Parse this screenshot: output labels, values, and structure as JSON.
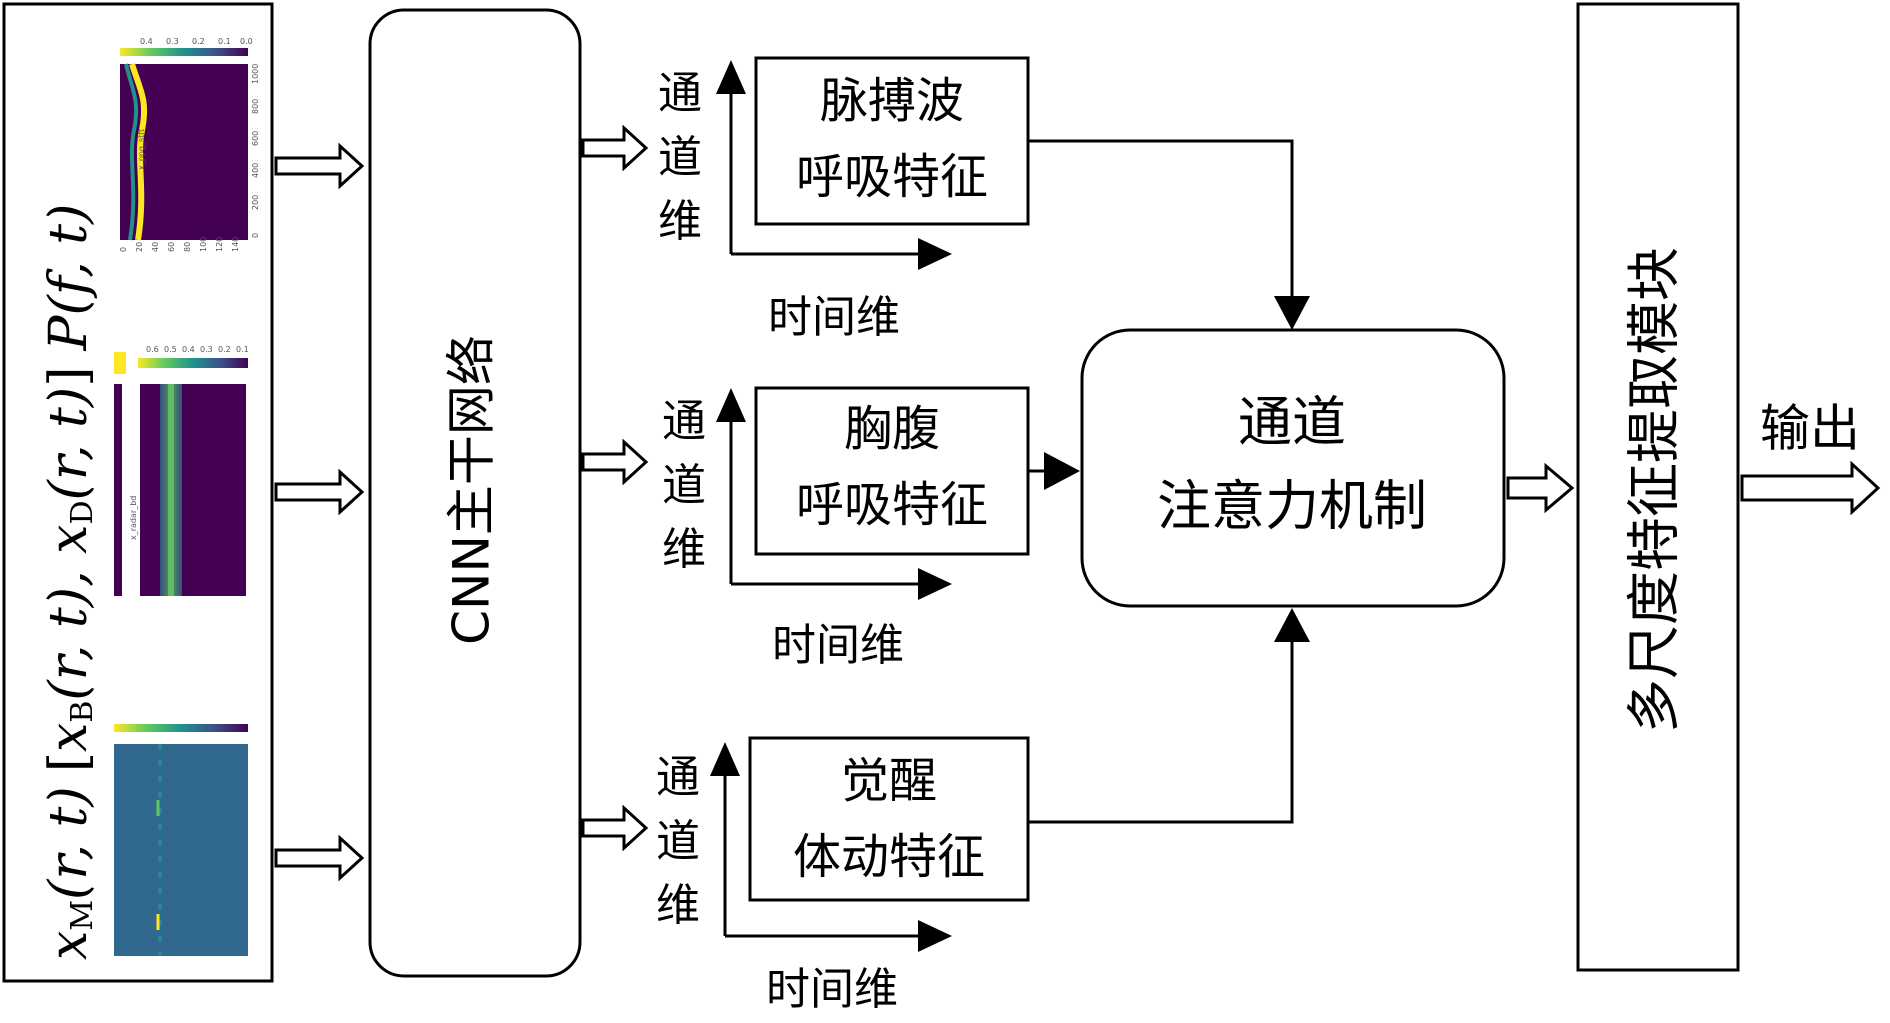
{
  "inputs": {
    "rotated_caption_parts": {
      "m_signal": "x",
      "m_sub": "M",
      "m_args": "(r, t)",
      "bracket_open": "[",
      "b_signal": "x",
      "b_sub": "B",
      "b_args": "(r, t), ",
      "d_signal": "x",
      "d_sub": "D",
      "d_args": "(r, t)",
      "bracket_close": "]",
      "p_signal": "P",
      "p_args": "(f, t)"
    },
    "plot_top": {
      "colorbar_ticks": [
        "0.4",
        "0.3",
        "0.2",
        "0.1",
        "0.0"
      ],
      "axis_label": "x_ppg_stft",
      "x_ticks": [
        "0",
        "20",
        "40",
        "60",
        "80",
        "100",
        "120",
        "140"
      ],
      "y_ticks": [
        "0",
        "200",
        "400",
        "600",
        "800",
        "1000"
      ]
    },
    "plot_mid": {
      "colorbar_ticks": [
        "0.6",
        "0.5",
        "0.4",
        "0.3",
        "0.2",
        "0.1"
      ],
      "axis_label": "x_radar_bd"
    }
  },
  "backbone": {
    "label": "CNN主干网络"
  },
  "branches": [
    {
      "feature_line1": "脉搏波",
      "feature_line2": "呼吸特征",
      "channel_axis": [
        "通",
        "道",
        "维"
      ],
      "time_axis": "时间维"
    },
    {
      "feature_line1": "胸腹",
      "feature_line2": "呼吸特征",
      "channel_axis": [
        "通",
        "道",
        "维"
      ],
      "time_axis": "时间维"
    },
    {
      "feature_line1": "觉醒",
      "feature_line2": "体动特征",
      "channel_axis": [
        "通",
        "道",
        "维"
      ],
      "time_axis": "时间维"
    }
  ],
  "attention": {
    "line1": "通道",
    "line2": "注意力机制"
  },
  "multiscale": {
    "label": "多尺度特征提取模块"
  },
  "output": {
    "label": "输出"
  },
  "colors": {
    "viridis_dark": "#440154",
    "viridis_mid": "#31688e",
    "viridis_teal": "#21918c",
    "viridis_green": "#5ec962",
    "viridis_yellow": "#fde725",
    "line": "#000000"
  }
}
